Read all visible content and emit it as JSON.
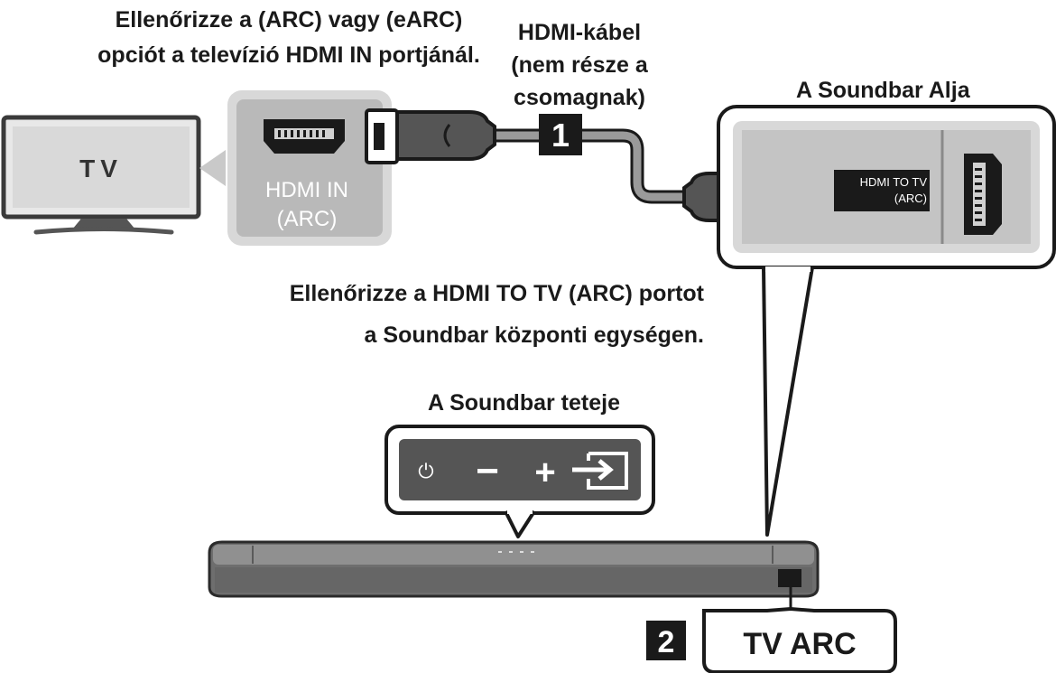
{
  "labels": {
    "check_tv_arc": [
      "Ellenőrizze a (ARC) vagy (eARC)",
      "opciót a televízió HDMI IN portjánál."
    ],
    "hdmi_cable": [
      "HDMI-kábel",
      "(nem része a",
      "csomagnak)"
    ],
    "soundbar_bottom": "A Soundbar Alja",
    "check_soundbar_port": [
      "Ellenőrizze a HDMI TO TV (ARC) portot",
      "a Soundbar központi egységen."
    ],
    "soundbar_top": "A Soundbar teteje",
    "tv": "TV",
    "hdmi_in": [
      "HDMI IN",
      "(ARC)"
    ],
    "hdmi_to_tv": [
      "HDMI TO TV",
      "(ARC)"
    ],
    "step1": "1",
    "step2": "2",
    "tv_arc": "TV ARC"
  },
  "control_panel": {
    "icons": [
      "power-icon",
      "volume-down-icon",
      "volume-up-icon",
      "source-input-icon"
    ],
    "glyphs": [
      "⏻",
      "−",
      "+"
    ]
  },
  "colors": {
    "dark": "#1a1a1a",
    "panel_gray": "#b9b9b9",
    "panel_border": "#d8d8d8",
    "port_panel_gray": "#c4c4c4",
    "cable_gray": "#9a9a9a",
    "soundbar_gray": "#6e6e6e"
  }
}
